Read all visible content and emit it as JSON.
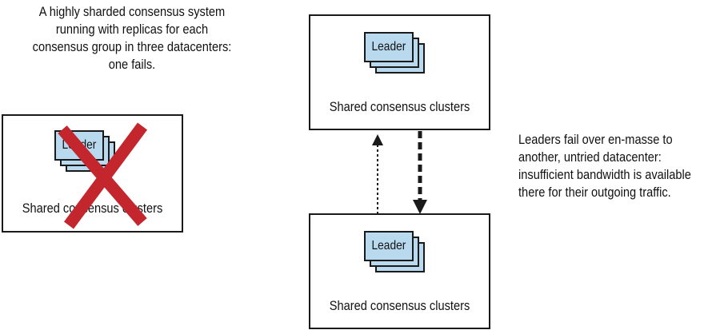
{
  "caption_left": {
    "lines": [
      "A highly sharded consensus system",
      "running with replicas for each",
      "consensus group in three datacenters:",
      "one fails."
    ]
  },
  "caption_right": {
    "lines": [
      "Leaders fail over en-masse to",
      "another, untried datacenter:",
      "insufficient bandwidth is available",
      "there for their outgoing traffic."
    ]
  },
  "clusters": [
    {
      "state": "failed",
      "leader_label": "Leader",
      "label": "Shared consensus clusters"
    },
    {
      "state": "healthy",
      "leader_label": "Leader",
      "label": "Shared consensus clusters"
    },
    {
      "state": "healthy",
      "leader_label": "Leader",
      "label": "Shared consensus clusters"
    }
  ],
  "colors": {
    "card_fill": "#b9d9ef",
    "failure_mark": "#c4262e",
    "stroke": "#1a1a1a"
  },
  "icons": {
    "failure_mark": "x-icon"
  },
  "arrows": [
    {
      "style": "dotted",
      "direction": "up"
    },
    {
      "style": "dashed-bold",
      "direction": "down"
    }
  ]
}
